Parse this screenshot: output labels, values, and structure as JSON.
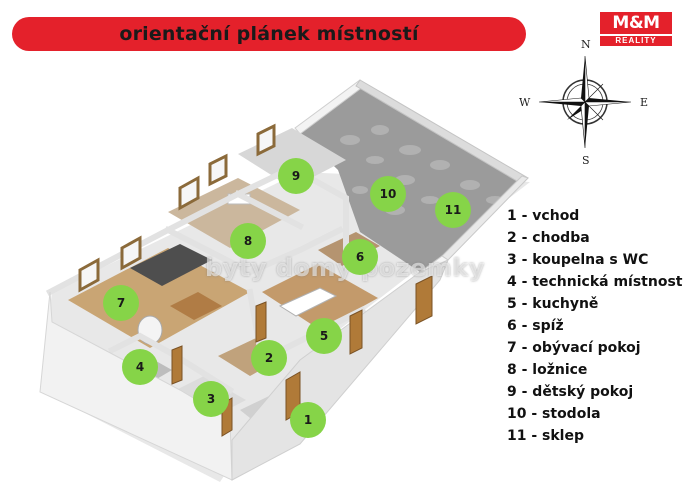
{
  "header": {
    "title": "orientační plánek místností",
    "banner_color": "#e4212b"
  },
  "logo": {
    "brand": "M&M",
    "subtitle": "REALITY"
  },
  "compass": {
    "north": "N",
    "south": "S",
    "east": "E",
    "west": "W",
    "icon": "compass-rose-icon"
  },
  "watermark": "byty domy pozemky",
  "rooms": [
    {
      "number": "1",
      "name": "1 - vchod"
    },
    {
      "number": "2",
      "name": "2 - chodba"
    },
    {
      "number": "3",
      "name": "3 - koupelna s WC"
    },
    {
      "number": "4",
      "name": "4 - technická místnost"
    },
    {
      "number": "5",
      "name": "5 - kuchyně"
    },
    {
      "number": "6",
      "name": "6 - spíž"
    },
    {
      "number": "7",
      "name": "7 - obývací pokoj"
    },
    {
      "number": "8",
      "name": "8 - ložnice"
    },
    {
      "number": "9",
      "name": "9 - dětský pokoj"
    },
    {
      "number": "10",
      "name": "10 - stodola"
    },
    {
      "number": "11",
      "name": "11 - sklep"
    }
  ],
  "colors": {
    "marker": "#86d448",
    "floor_wood": "#c9a574",
    "floor_stone": "#9a9a9a",
    "wall": "#ececec"
  }
}
